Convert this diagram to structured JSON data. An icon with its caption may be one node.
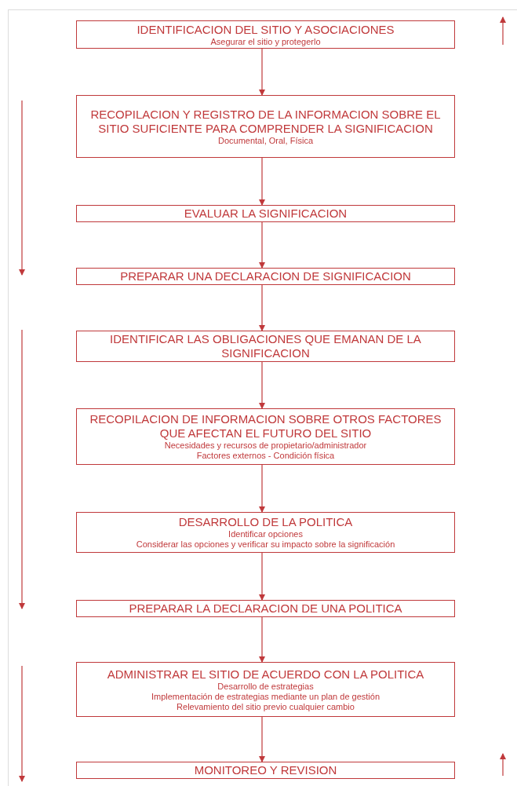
{
  "diagram": {
    "nodes": [
      {
        "text": [
          "IDENTIFICACION DEL SITIO Y ASOCIACIONES",
          "Asegurar el sitio y protegerlo"
        ]
      },
      {
        "text": [
          "RECOPILACION Y REGISTRO DE LA INFORMACION SOBRE EL SITIO SUFICIENTE  PARA COMPRENDER LA SIGNIFICACION",
          "Documental, Oral, Física"
        ]
      },
      {
        "text": [
          "EVALUAR LA SIGNIFICACION"
        ]
      },
      {
        "text": [
          "PREPARAR UNA DECLARACION DE SIGNIFICACION"
        ]
      },
      {
        "text": [
          "IDENTIFICAR LAS OBLIGACIONES QUE EMANAN DE LA SIGNIFICACION"
        ]
      },
      {
        "text": [
          "RECOPILACION DE INFORMACION SOBRE OTROS FACTORES QUE AFECTAN EL FUTURO DEL SITIO",
          "Necesidades y recursos de propietario/administrador",
          "Factores externos - Condición física"
        ]
      },
      {
        "text": [
          "DESARROLLO DE LA POLITICA",
          "Identificar opciones",
          "Considerar las opciones y verificar su impacto sobre la significación"
        ]
      },
      {
        "text": [
          "PREPARAR LA DECLARACION DE UNA POLITICA"
        ]
      },
      {
        "text": [
          "ADMINISTRAR EL SITIO DE ACUERDO CON LA POLITICA",
          "Desarrollo de estrategias",
          "Implementación de estrategias mediante un plan de gestión",
          "Relevamiento del sitio previo cualquier cambio"
        ]
      },
      {
        "text": [
          "MONITOREO Y REVISION"
        ]
      }
    ],
    "edges": [
      {
        "from": 0,
        "to": 1,
        "arrow": "to"
      },
      {
        "from": 1,
        "to": 2,
        "arrow": "to"
      },
      {
        "from": 2,
        "to": 3,
        "arrow": "to"
      },
      {
        "from": 3,
        "to": 4,
        "arrow": "to"
      },
      {
        "from": 4,
        "to": 5,
        "arrow": "to"
      },
      {
        "from": 5,
        "to": 6,
        "arrow": "to"
      },
      {
        "from": 6,
        "to": 7,
        "arrow": "to"
      },
      {
        "from": 7,
        "to": 8,
        "arrow": "to"
      },
      {
        "from": 8,
        "to": 9,
        "arrow": "to"
      }
    ]
  }
}
